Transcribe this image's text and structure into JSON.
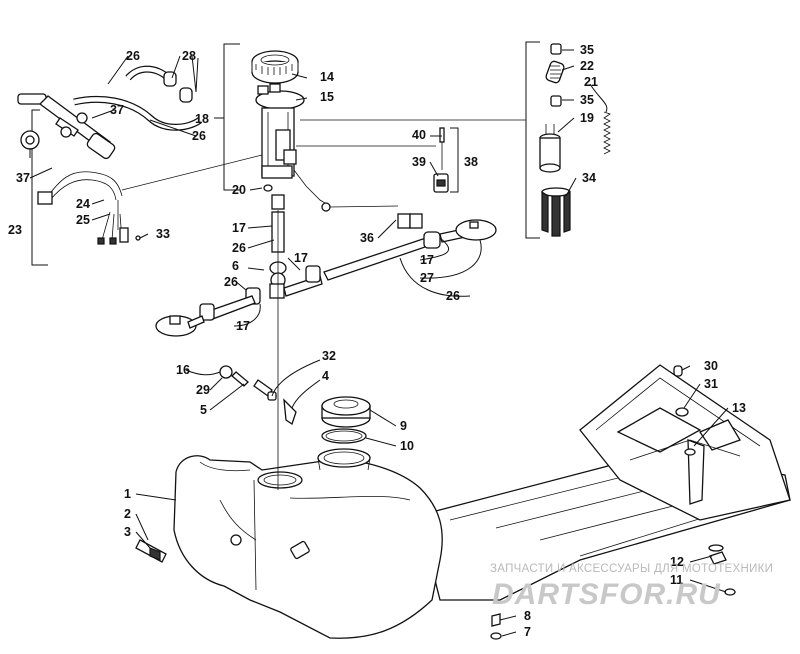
{
  "callouts": {
    "c1": "1",
    "c2": "2",
    "c3": "3",
    "c4": "4",
    "c5": "5",
    "c6": "6",
    "c7": "7",
    "c8": "8",
    "c9": "9",
    "c10": "10",
    "c11": "11",
    "c12": "12",
    "c13": "13",
    "c14": "14",
    "c15": "15",
    "c16": "16",
    "c17a": "17",
    "c17b": "17",
    "c17c": "17",
    "c17d": "17",
    "c18": "18",
    "c19": "19",
    "c20": "20",
    "c21": "21",
    "c22": "22",
    "c23": "23",
    "c24": "24",
    "c25": "25",
    "c26a": "26",
    "c26b": "26",
    "c26c": "26",
    "c26d": "26",
    "c26e": "26",
    "c27": "27",
    "c28": "28",
    "c29": "29",
    "c30": "30",
    "c31": "31",
    "c32": "32",
    "c33": "33",
    "c34": "34",
    "c35a": "35",
    "c35b": "35",
    "c36": "36",
    "c37a": "37",
    "c37b": "37",
    "c38": "38",
    "c39": "39",
    "c40": "40"
  },
  "watermark": {
    "caption": "ЗАПЧАСТИ И АКСЕССУАРЫ ДЛЯ МОТОТЕХНИКИ",
    "brand": "DARTSFOR.RU"
  }
}
